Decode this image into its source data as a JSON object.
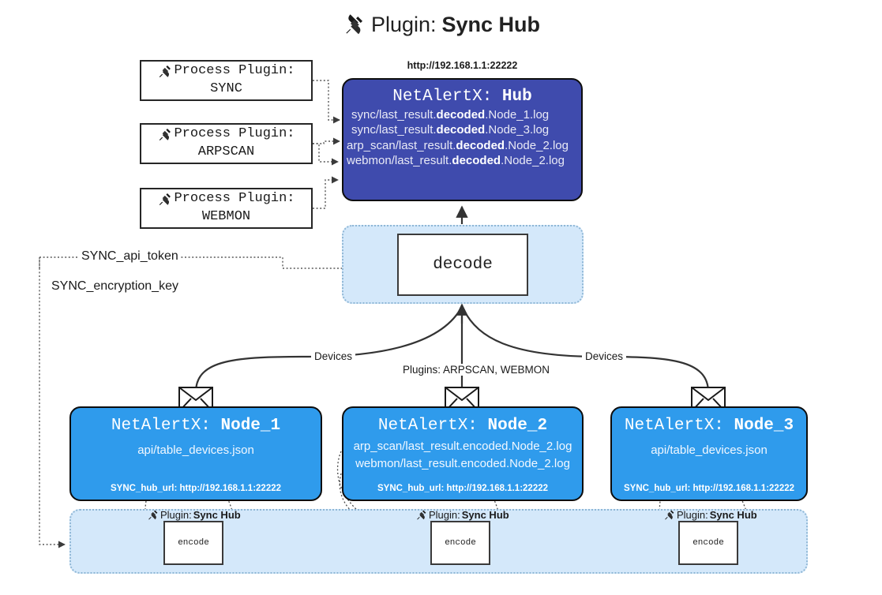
{
  "title": {
    "icon": "plug-icon",
    "prefix": "Plugin:",
    "name": "Sync Hub"
  },
  "process_plugins": [
    {
      "icon": "plug-icon",
      "label": "Process Plugin:",
      "name": "SYNC"
    },
    {
      "icon": "plug-icon",
      "label": "Process Plugin:",
      "name": "ARPSCAN"
    },
    {
      "icon": "plug-icon",
      "label": "Process Plugin:",
      "name": "WEBMON"
    }
  ],
  "hub": {
    "url": "http://192.168.1.1:22222",
    "title_prefix": "NetAlertX: ",
    "title_name": "Hub",
    "logs": [
      {
        "pre": "sync/last_result.",
        "mid": "decoded",
        "post": ".Node_1.log"
      },
      {
        "pre": "sync/last_result.",
        "mid": "decoded",
        "post": ".Node_3.log"
      },
      {
        "pre": "arp_scan/last_result.",
        "mid": "decoded",
        "post": ".Node_2.log"
      },
      {
        "pre": "webmon/last_result.",
        "mid": "decoded",
        "post": ".Node_2.log"
      }
    ]
  },
  "decode": {
    "label": "decode"
  },
  "settings": {
    "api_token": "SYNC_api_token",
    "encryption_key": "SYNC_encryption_key"
  },
  "edges": {
    "devices_left": "Devices",
    "devices_right": "Devices",
    "plugins_center": "Plugins: ARPSCAN, WEBMON"
  },
  "nodes": [
    {
      "title_prefix": "NetAlertX: ",
      "title_name": "Node_1",
      "lines": [
        "api/table_devices.json"
      ],
      "hub_url": "SYNC_hub_url: http://192.168.1.1:22222",
      "envelope_icon": "envelope-icon"
    },
    {
      "title_prefix": "NetAlertX: ",
      "title_name": "Node_2",
      "lines": [
        "arp_scan/last_result.encoded.Node_2.log",
        "webmon/last_result.encoded.Node_2.log"
      ],
      "hub_url": "SYNC_hub_url: http://192.168.1.1:22222",
      "envelope_icon": "envelope-icon"
    },
    {
      "title_prefix": "NetAlertX: ",
      "title_name": "Node_3",
      "lines": [
        "api/table_devices.json"
      ],
      "hub_url": "SYNC_hub_url: http://192.168.1.1:22222",
      "envelope_icon": "envelope-icon"
    }
  ],
  "encoders": [
    {
      "icon": "plug-icon",
      "prefix": "Plugin:",
      "name": "Sync Hub",
      "box_label": "encode"
    },
    {
      "icon": "plug-icon",
      "prefix": "Plugin:",
      "name": "Sync Hub",
      "box_label": "encode"
    },
    {
      "icon": "plug-icon",
      "prefix": "Plugin:",
      "name": "Sync Hub",
      "box_label": "encode"
    }
  ],
  "colors": {
    "hub_fill": "#3f4bad",
    "node_fill": "#2f9bec",
    "container_fill": "#d4e8fa",
    "container_border": "#8fb7d6",
    "stroke": "#333333"
  }
}
